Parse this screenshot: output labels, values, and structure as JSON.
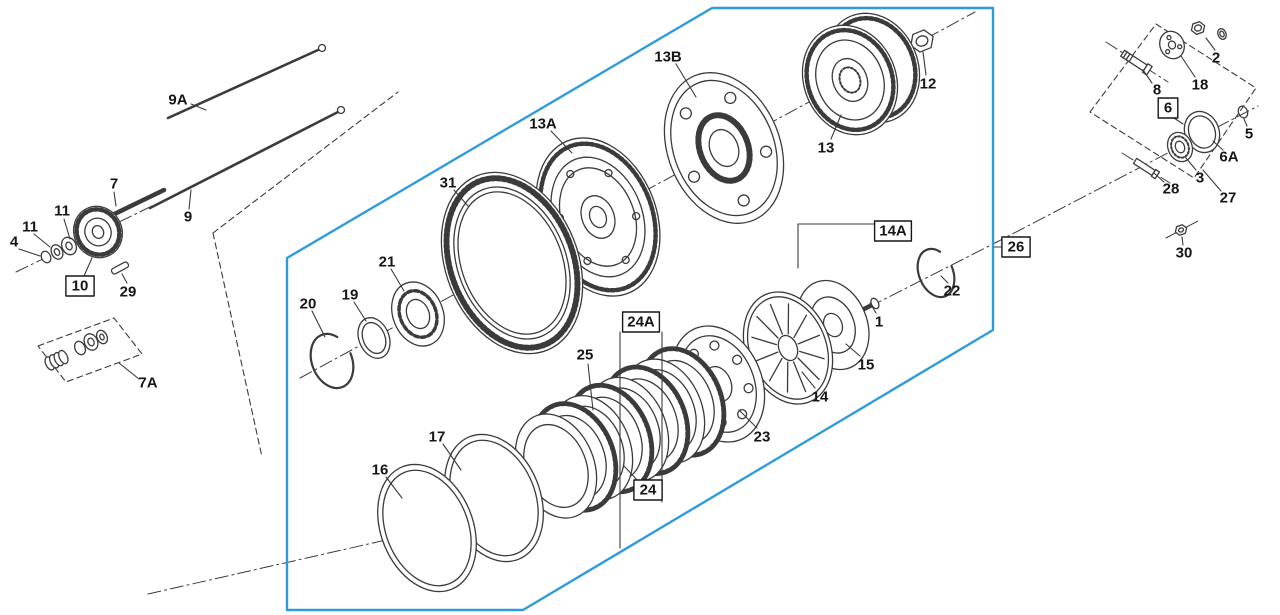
{
  "diagram": {
    "accent_color": "#2d9cdb",
    "line_color": "#3b3b3b",
    "background_color": "#ffffff",
    "boxed_labels": [
      "6",
      "10",
      "14A",
      "24",
      "24A",
      "26"
    ]
  },
  "labels": {
    "p1": "1",
    "p2": "2",
    "p3": "3",
    "p4": "4",
    "p5": "5",
    "p6": "6",
    "p6a": "6A",
    "p7": "7",
    "p7a": "7A",
    "p8": "8",
    "p9": "9",
    "p9a": "9A",
    "p10": "10",
    "p11a": "11",
    "p11b": "11",
    "p12": "12",
    "p13": "13",
    "p13a": "13A",
    "p13b": "13B",
    "p14": "14",
    "p14a": "14A",
    "p15": "15",
    "p16": "16",
    "p17": "17",
    "p18": "18",
    "p19": "19",
    "p20": "20",
    "p21": "21",
    "p22": "22",
    "p23": "23",
    "p24": "24",
    "p24a": "24A",
    "p25": "25",
    "p26": "26",
    "p27": "27",
    "p28": "28",
    "p29": "29",
    "p30": "30",
    "p31": "31"
  }
}
